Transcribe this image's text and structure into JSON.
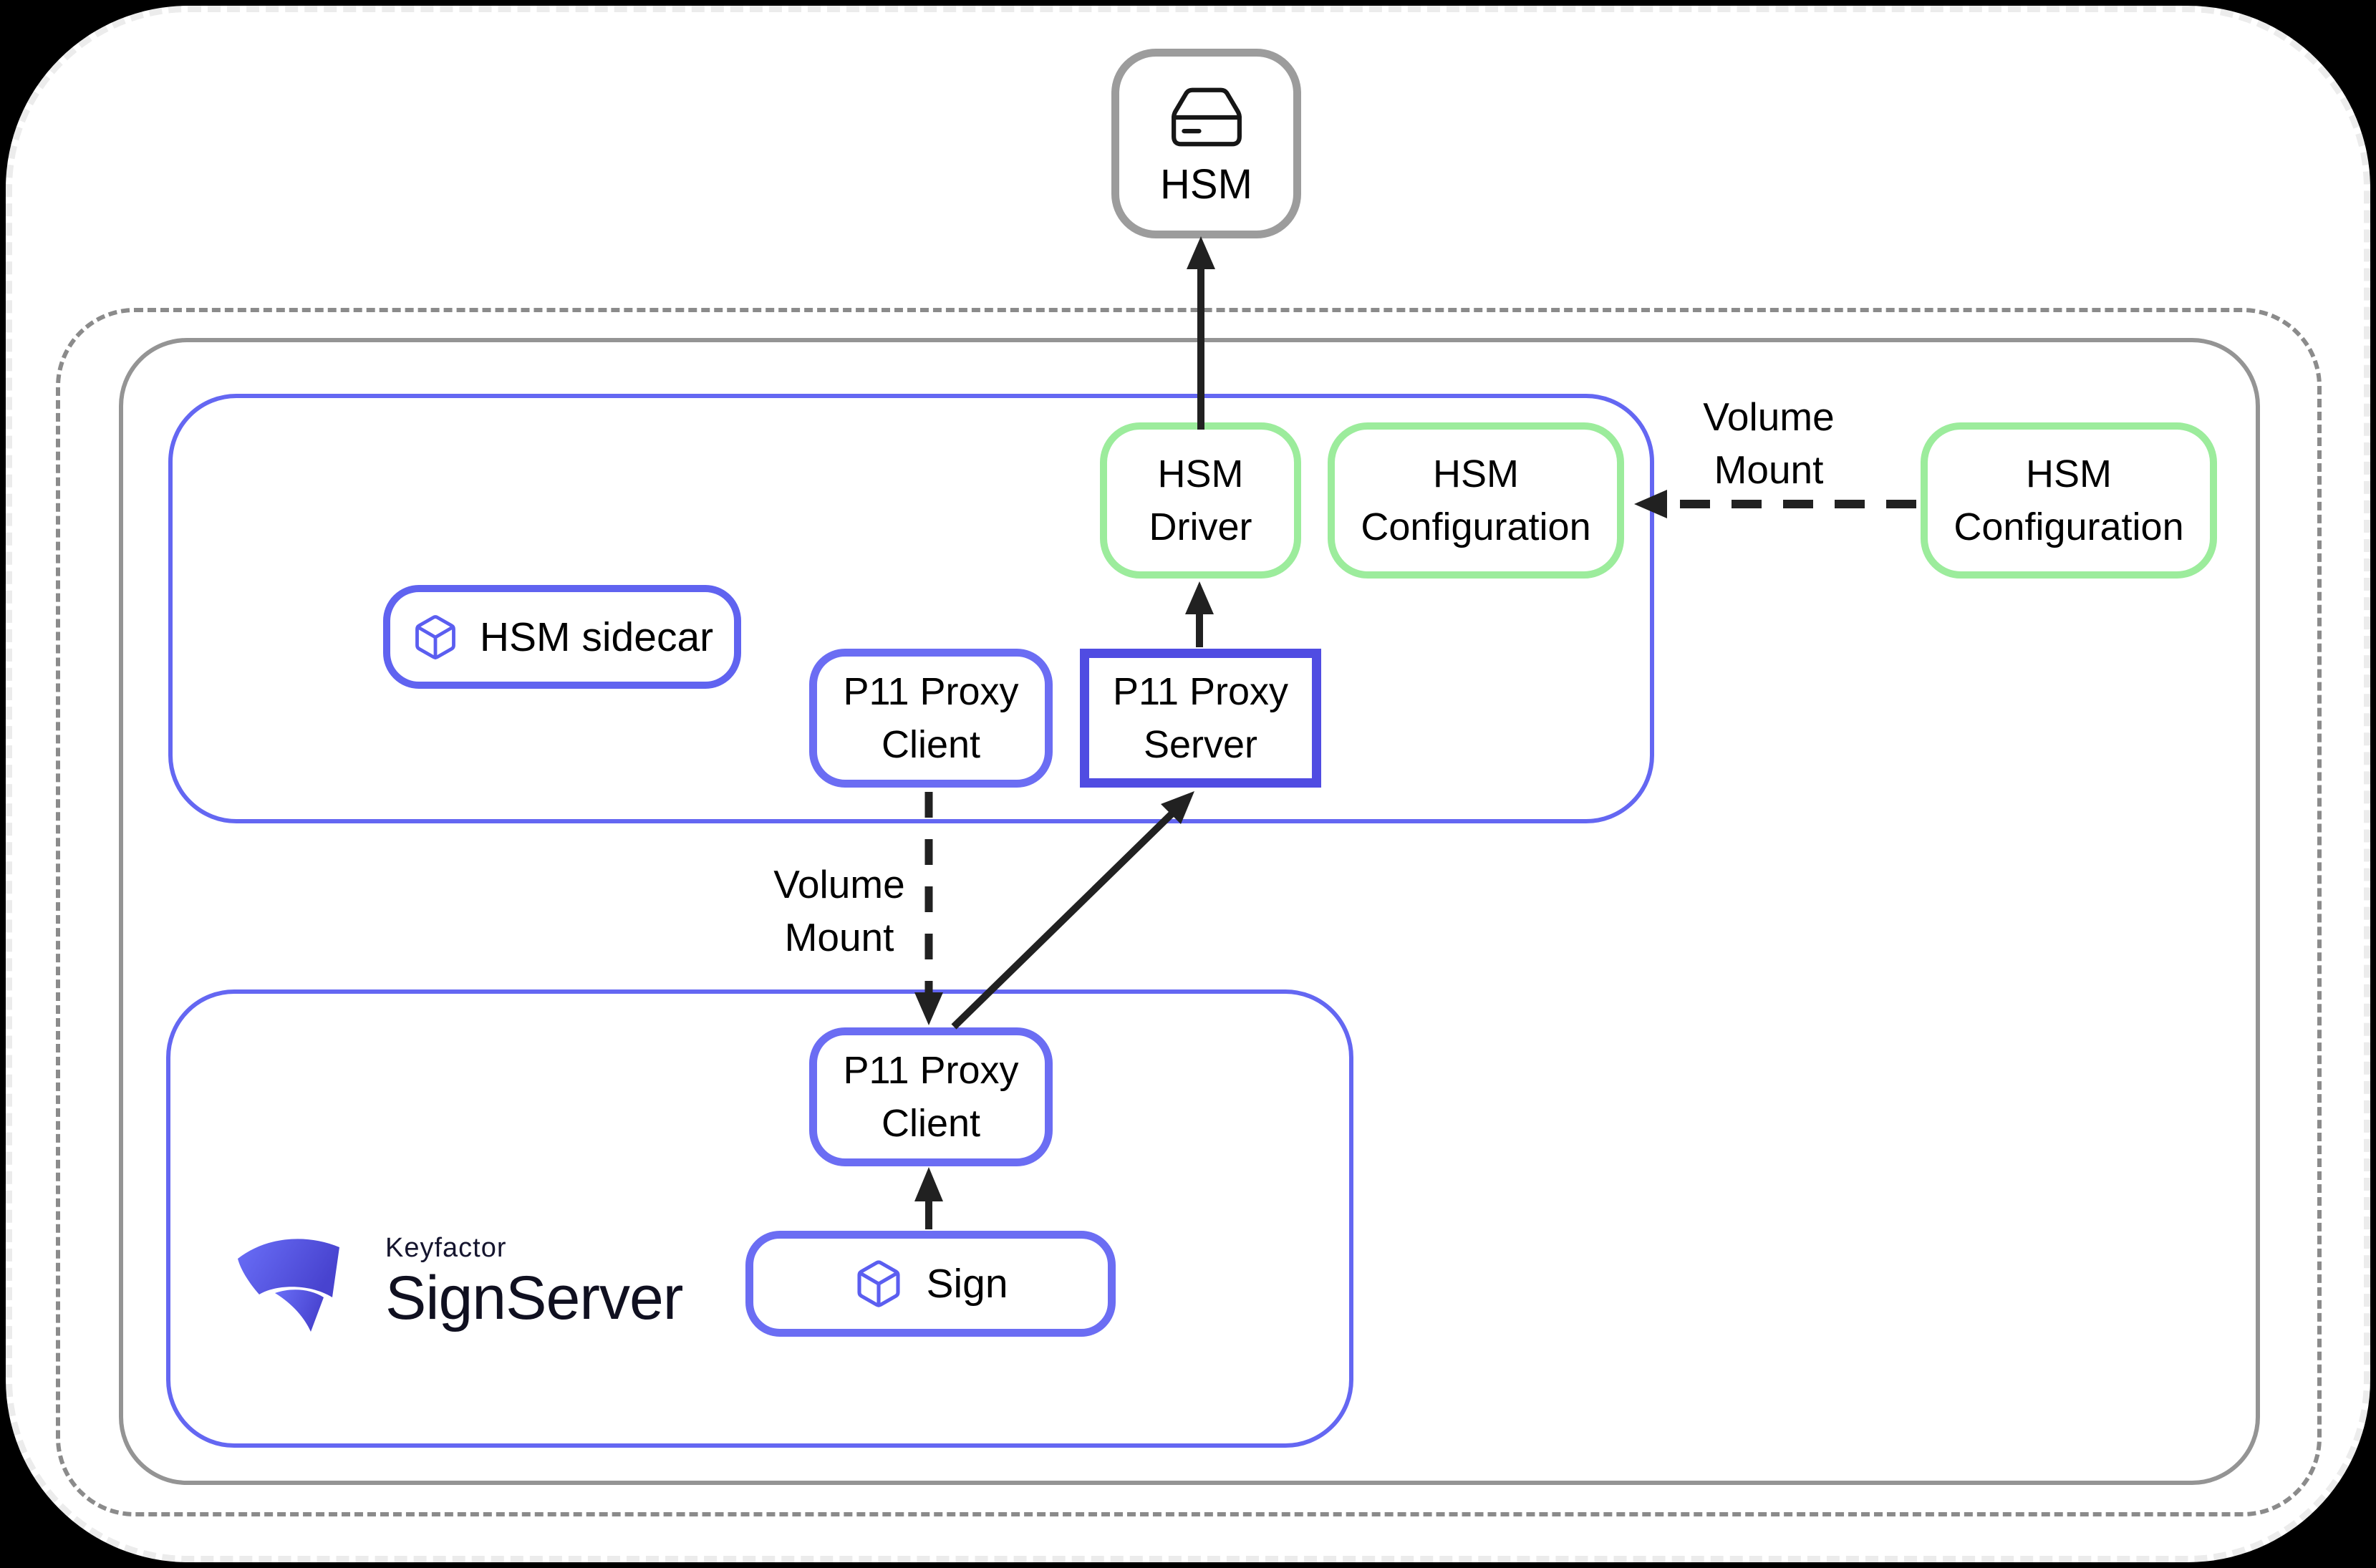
{
  "colors": {
    "accent_indigo": "#6467F2",
    "accent_indigo_dark": "#504CE2",
    "accent_green": "#9CEC9C",
    "boundary_gray": "#949494",
    "hsm_border_gray": "#9C9C9C",
    "arrow_black": "#212121",
    "canvas_black": "#000000",
    "card_white": "#FFFFFF"
  },
  "nodes": {
    "hsm": {
      "label": "HSM",
      "icon": "drive-icon"
    },
    "hsm_sidecar": {
      "label": "HSM sidecar",
      "icon": "cube-icon"
    },
    "hsm_driver": {
      "label": "HSM\nDriver"
    },
    "hsm_configuration_internal": {
      "label": "HSM\nConfiguration"
    },
    "hsm_configuration_external": {
      "label": "HSM\nConfiguration"
    },
    "p11_proxy_client_sidecar": {
      "label": "P11 Proxy\nClient"
    },
    "p11_proxy_server": {
      "label": "P11 Proxy\nServer"
    },
    "p11_proxy_client_signserver": {
      "label": "P11 Proxy\nClient"
    },
    "sign": {
      "label": "Sign",
      "icon": "cube-icon"
    }
  },
  "edges": {
    "driver_to_hsm": {
      "style": "solid",
      "direction": "up"
    },
    "server_to_driver": {
      "style": "solid",
      "direction": "up"
    },
    "sign_to_client": {
      "style": "solid",
      "direction": "up"
    },
    "client_to_server": {
      "style": "solid",
      "direction": "diagonal-up"
    },
    "volume_mount_sidecar": {
      "label": "Volume\nMount",
      "style": "dashed",
      "direction": "down"
    },
    "volume_mount_external": {
      "label": "Volume\nMount",
      "style": "dashed",
      "direction": "left"
    }
  },
  "logo": {
    "brand": "Keyfactor",
    "product": "SignServer"
  }
}
